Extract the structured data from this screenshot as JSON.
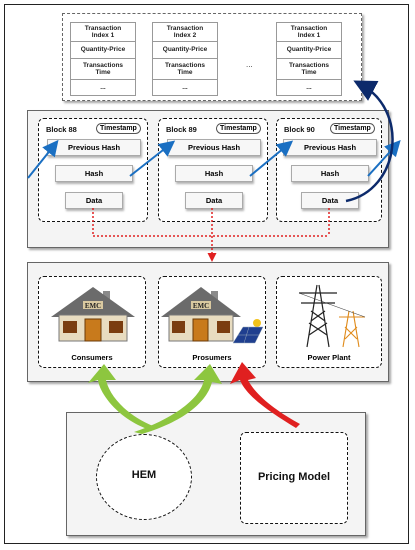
{
  "transactions": {
    "columns": [
      {
        "index": "Transaction\nIndex 1",
        "quantity": "Quantity-Price",
        "time": "Transactions\nTime",
        "more": "..."
      },
      {
        "index": "Transaction\nIndex 2",
        "quantity": "Quantity-Price",
        "time": "Transactions\nTime",
        "more": "..."
      },
      {
        "index": "Transaction\nIndex 1",
        "quantity": "Quantity-Price",
        "time": "Transactions\nTime",
        "more": "..."
      }
    ],
    "ellipsis": "..."
  },
  "blocks": [
    {
      "title": "Block 88",
      "timestamp": "Timestamp",
      "prev": "Previous Hash",
      "hash": "Hash",
      "data": "Data"
    },
    {
      "title": "Block 89",
      "timestamp": "Timestamp",
      "prev": "Previous Hash",
      "hash": "Hash",
      "data": "Data"
    },
    {
      "title": "Block 90",
      "timestamp": "Timestamp",
      "prev": "Previous Hash",
      "hash": "Hash",
      "data": "Data"
    }
  ],
  "actors": {
    "consumers": "Consumers",
    "prosumers": "Prosumers",
    "power_plant": "Power Plant",
    "house_sign": "EMC"
  },
  "bottom": {
    "hem": "HEM",
    "pricing": "Pricing Model"
  },
  "colors": {
    "arrow_blue": "#1a6fc2",
    "arrow_navy": "#0c2a6b",
    "arrow_green": "#8dc63f",
    "arrow_red": "#e02020",
    "dotted_red": "#e02020"
  }
}
